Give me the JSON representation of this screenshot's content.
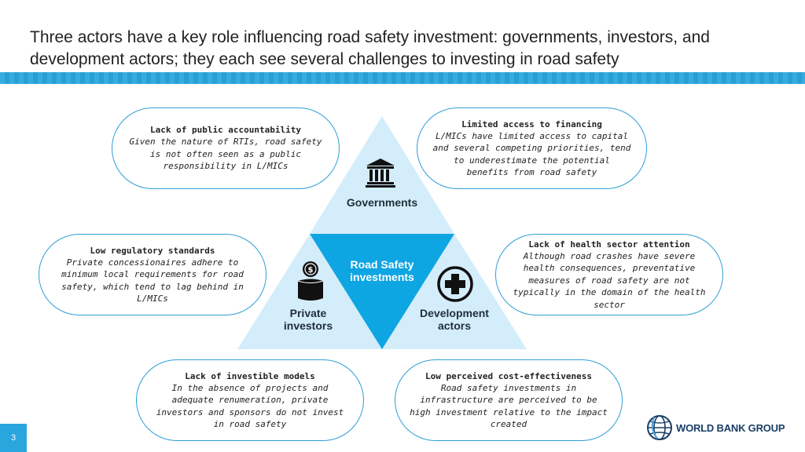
{
  "title": "Three actors have a key role influencing road safety investment: governments, investors, and development actors; they each see several challenges to investing in road safety",
  "diagram": {
    "center": {
      "line1": "Road Safety",
      "line2": "investments"
    },
    "actors": {
      "governments": "Governments",
      "private_line1": "Private",
      "private_line2": "investors",
      "development_line1": "Development",
      "development_line2": "actors"
    },
    "icons": {
      "governments": "government-building-icon",
      "private": "money-stack-icon",
      "development": "medical-cross-icon"
    },
    "challenges": {
      "accountability": {
        "heading": "Lack of public accountability",
        "body": "Given the nature of RTIs, road safety is not often seen as a public responsibility in L/MICs"
      },
      "financing": {
        "heading": "Limited access to financing",
        "body": "L/MICs have limited access to capital and several competing priorities, tend to underestimate the potential benefits from road safety"
      },
      "regulatory": {
        "heading": "Low regulatory standards",
        "body": "Private concessionaires adhere to minimum local requirements for road safety, which tend to lag behind in L/MICs"
      },
      "health": {
        "heading": "Lack of health sector attention",
        "body": "Although road crashes have severe health consequences, preventative measures of road safety are not typically in the domain of the health sector"
      },
      "investible": {
        "heading": "Lack of investible models",
        "body": "In the absence of projects and adequate renumeration, private investors and sponsors do not invest in road safety"
      },
      "cost_effectiveness": {
        "heading": "Low perceived cost-effectiveness",
        "body": "Road safety investments in infrastructure are perceived to be high investment relative to the impact created"
      }
    }
  },
  "footer": {
    "page_number": "3",
    "logo_text": "WORLD BANK GROUP"
  },
  "colors": {
    "accent": "#29a6de",
    "light_triangle": "#d4edfa",
    "center_triangle": "#0ea5e3",
    "pill_border": "#2f9fd6"
  }
}
